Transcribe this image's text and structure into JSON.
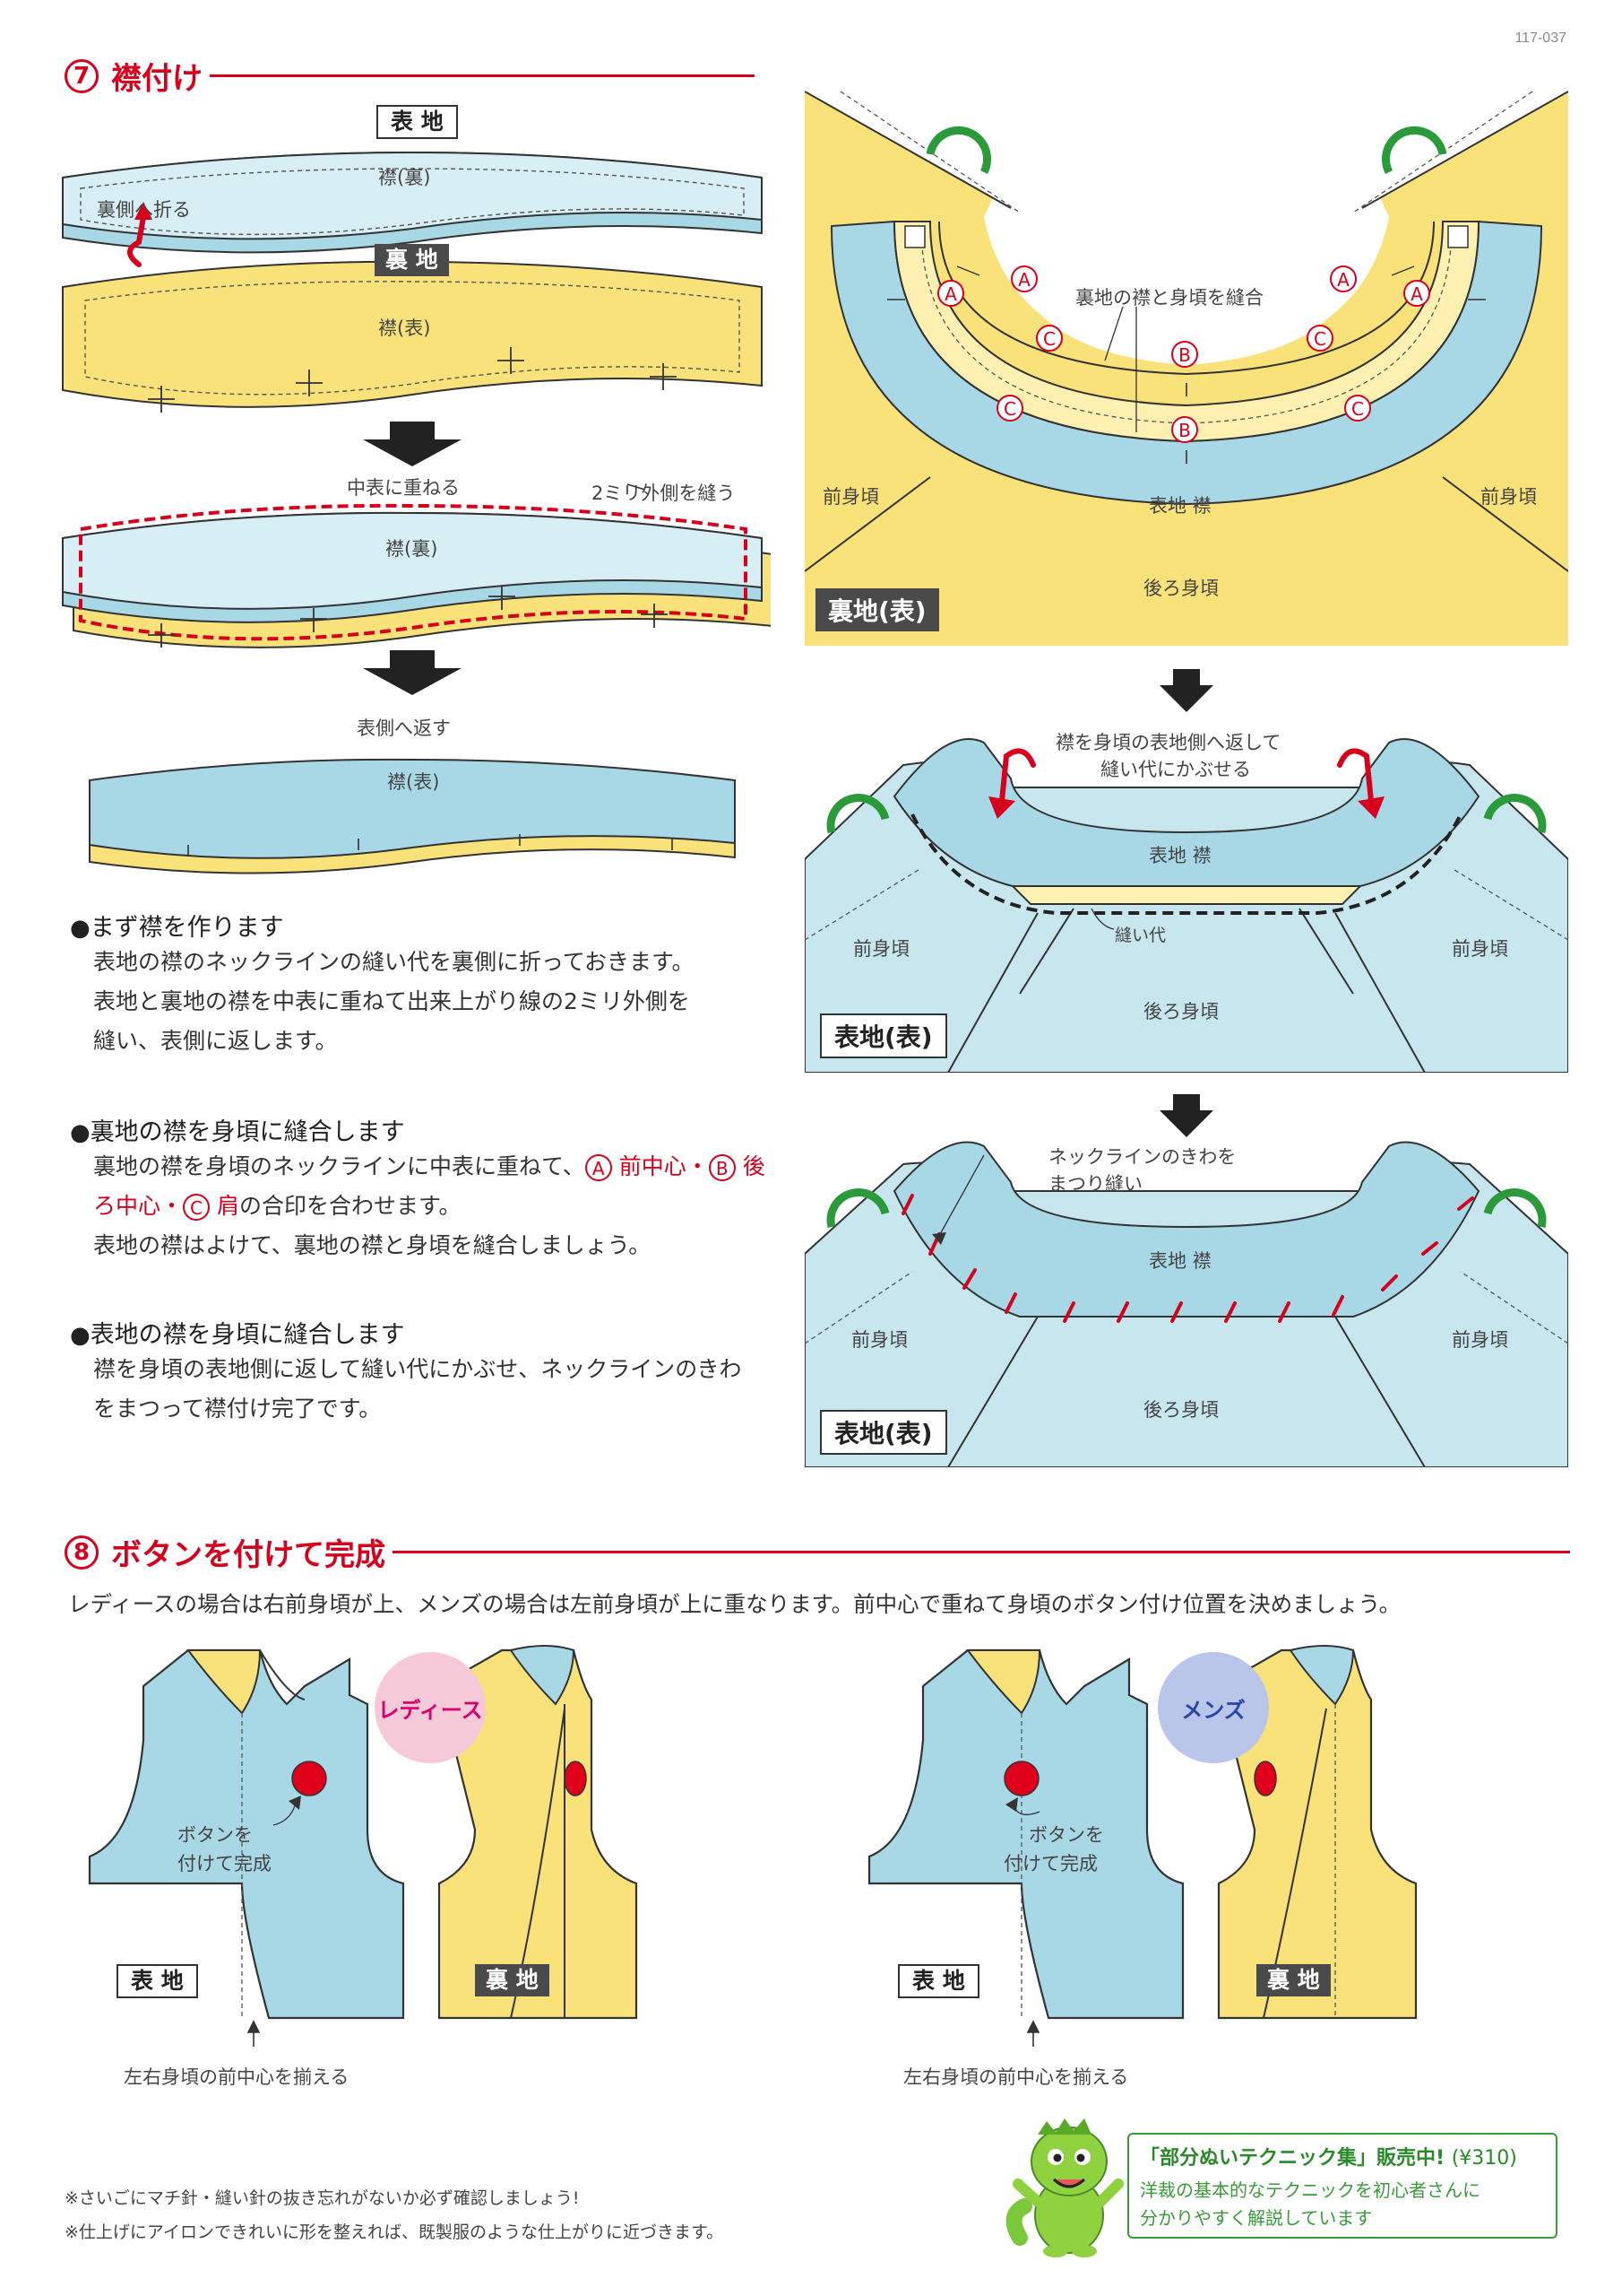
{
  "page_code": "117-037",
  "sec7": {
    "num": "7",
    "title": "襟付け",
    "fig": {
      "omote_tag": "表 地",
      "ura_tag": "裏 地",
      "collar_back": "襟(裏)",
      "fold_label": "裏側へ折る",
      "collar_front": "襟(表)",
      "overlap_label": "中表に重ねる",
      "stitch_label": "2ミリ外側を縫う",
      "turn_label": "表側へ返す"
    },
    "right_fig1": {
      "sew_label": "裏地の襟と身頃を縫合",
      "mark_a": "A",
      "mark_b": "B",
      "mark_c": "C",
      "front_left": "前身頃",
      "front_right": "前身頃",
      "collar": "表地 襟",
      "back": "後ろ身頃",
      "tag": "裏地(表)"
    },
    "right_fig2": {
      "instr1": "襟を身頃の表地側へ返して",
      "instr2": "縫い代にかぶせる",
      "collar": "表地 襟",
      "seam_label": "縫い代",
      "front_left": "前身頃",
      "front_right": "前身頃",
      "back": "後ろ身頃",
      "tag": "表地(表)"
    },
    "right_fig3": {
      "instr1": "ネックラインのきわを",
      "instr2": "まつり縫い",
      "collar": "表地 襟",
      "front_left": "前身頃",
      "front_right": "前身頃",
      "back": "後ろ身頃",
      "tag": "表地(表)"
    },
    "b1": {
      "title": "まず襟を作ります",
      "l1": "表地の襟のネックラインの縫い代を裏側に折っておきます。",
      "l2": "表地と裏地の襟を中表に重ねて出来上がり線の2ミリ外側を",
      "l3": "縫い、表側に返します。"
    },
    "b2": {
      "title": "裏地の襟を身頃に縫合します",
      "l1a": "裏地の襟を身頃のネックラインに中表に重ねて、",
      "l1b": "前中心・",
      "l1c": "後",
      "l2a": "ろ中心・",
      "l2b": "肩",
      "l2c": "の合印を合わせます。",
      "l3": "表地の襟はよけて、裏地の襟と身頃を縫合しましょう。",
      "mark_a": "A",
      "mark_b": "B",
      "mark_c": "C"
    },
    "b3": {
      "title": "表地の襟を身頃に縫合します",
      "l1": "襟を身頃の表地側に返して縫い代にかぶせ、ネックラインのきわ",
      "l2": "をまつって襟付け完了です。"
    }
  },
  "sec8": {
    "num": "8",
    "title": "ボタンを付けて完成",
    "intro": "レディースの場合は右前身頃が上、メンズの場合は左前身頃が上に重なります。前中心で重ねて身頃のボタン付け位置を決めましょう。",
    "ladies": "レディース",
    "mens": "メンズ",
    "button_label1": "ボタンを",
    "button_label2": "付けて完成",
    "omote_tag": "表 地",
    "ura_tag": "裏 地",
    "align_label": "左右身頃の前中心を揃える"
  },
  "notes": {
    "n1": "※さいごにマチ針・縫い針の抜き忘れがないか必ず確認しましょう!",
    "n2": "※仕上げにアイロンできれいに形を整えれば、既製服のような仕上がりに近づきます。"
  },
  "promo": {
    "title": "「部分ぬいテクニック集」販売中!",
    "price": "(¥310)",
    "l1": "洋裁の基本的なテクニックを初心者さんに",
    "l2": "分かりやすく解説しています"
  },
  "colors": {
    "accent_red": "#d6001c",
    "fabric_blue": "#a8d8e6",
    "fabric_yellow": "#f9e27a",
    "pink": "#f6c9d9",
    "lavender": "#b9c6ea",
    "promo_green": "#3a9a3a"
  }
}
